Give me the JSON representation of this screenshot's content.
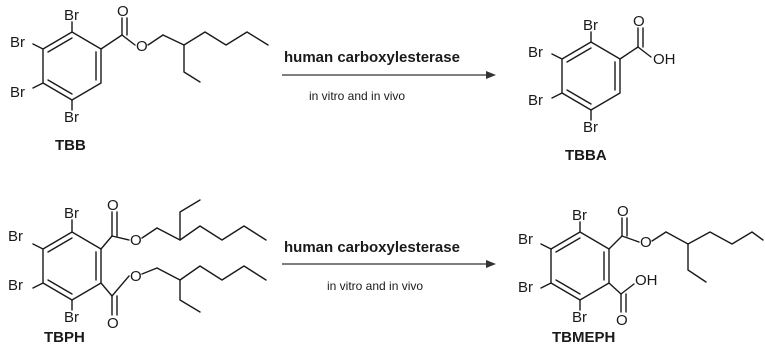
{
  "reaction_1": {
    "reactant": {
      "label": "TBB",
      "atoms": {
        "br_top": "Br",
        "br_upper_left": "Br",
        "br_lower_left": "Br",
        "br_bottom": "Br",
        "o_carbonyl": "O",
        "o_ester": "O"
      }
    },
    "enzyme": "human carboxylesterase",
    "conditions": "in vitro and in vivo",
    "product": {
      "label": "TBBA",
      "atoms": {
        "br_top": "Br",
        "br_upper_left": "Br",
        "br_lower_left": "Br",
        "br_bottom": "Br",
        "o_carbonyl": "O",
        "oh": "OH"
      }
    }
  },
  "reaction_2": {
    "reactant": {
      "label": "TBPH",
      "atoms": {
        "br_top": "Br",
        "br_upper_left": "Br",
        "br_lower_left": "Br",
        "br_bottom": "Br",
        "o_carbonyl_1": "O",
        "o_ester_1": "O",
        "o_carbonyl_2": "O",
        "o_ester_2": "O"
      }
    },
    "enzyme": "human carboxylesterase",
    "conditions": "in vitro and in vivo",
    "product": {
      "label": "TBMEPH",
      "atoms": {
        "br_top": "Br",
        "br_upper_left": "Br",
        "br_lower_left": "Br",
        "br_bottom": "Br",
        "o_carbonyl_1": "O",
        "o_ester": "O",
        "o_carbonyl_2": "O",
        "oh": "OH"
      }
    }
  },
  "colors": {
    "ink": "#1a1a1a",
    "arrow": "#333333",
    "background": "#ffffff"
  }
}
